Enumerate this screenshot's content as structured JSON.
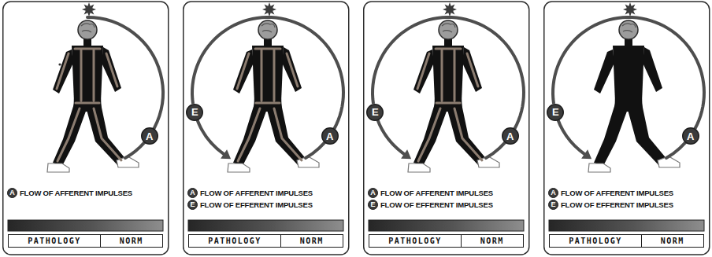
{
  "diagram": {
    "nodes": [
      {
        "text": [
          "A"
        ]
      },
      {
        "text": [
          "PATHOLOGY"
        ]
      },
      {
        "text": [
          "NORM"
        ]
      },
      {
        "text": [
          "E"
        ]
      },
      {
        "text": [
          "A"
        ]
      },
      {
        "text": [
          "PATHOLOGY"
        ]
      },
      {
        "text": [
          "NORM"
        ]
      },
      {
        "text": [
          "E"
        ]
      },
      {
        "text": [
          "A"
        ]
      },
      {
        "text": [
          "PATHOLOGY"
        ]
      },
      {
        "text": [
          "NORM"
        ]
      },
      {
        "text": [
          "E"
        ]
      },
      {
        "text": [
          "A"
        ]
      },
      {
        "text": [
          "PATHOLOGY"
        ]
      },
      {
        "text": [
          "NORM"
        ]
      }
    ],
    "edges": [
      {
        "from": 4,
        "to": 3,
        "arrow": "none"
      },
      {
        "from": 8,
        "to": 7,
        "arrow": "none"
      },
      {
        "from": 12,
        "to": 11,
        "arrow": "none"
      }
    ],
    "labels": [
      "A",
      "A",
      "E",
      "A",
      "E",
      "A",
      "E"
    ],
    "legend": [
      {
        "text": "FLOW OF AFFERENT IMPULSES"
      },
      {
        "text": "FLOW OF AFFERENT IMPULSES"
      },
      {
        "text": "FLOW OF EFFERENT IMPULSES"
      },
      {
        "text": "FLOW OF AFFERENT IMPULSES"
      },
      {
        "text": "FLOW OF EFFERENT IMPULSES"
      },
      {
        "text": "FLOW OF AFFERENT IMPULSES"
      },
      {
        "text": "FLOW OF EFFERENT IMPULSES"
      }
    ]
  }
}
